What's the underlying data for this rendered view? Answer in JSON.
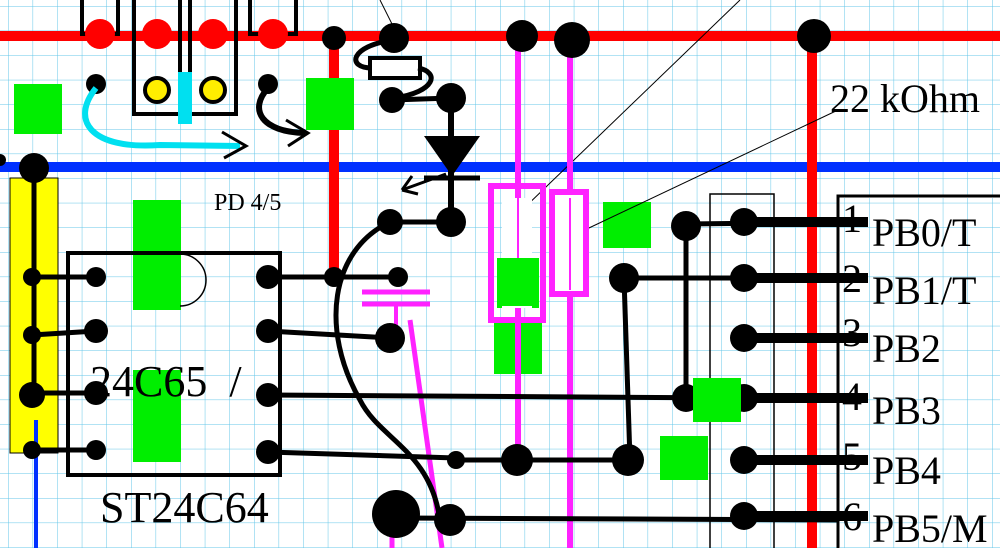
{
  "colors": {
    "grid": "#63c6e8",
    "power_rail": "#ff0000",
    "ground_rail": "#0030ff",
    "magenta": "#ff22ff",
    "pad_green": "#00ee00",
    "yellow": "#ffff00",
    "cyan": "#00e0f0",
    "wire": "#000000"
  },
  "labels": {
    "pd_label": "PD 4/5",
    "resistor_value": "22 kOhm",
    "eeprom_label": "24C65  /",
    "eeprom_alt_label": "ST24C64"
  },
  "port_pins": [
    {
      "number": "1",
      "name": "PB0/T"
    },
    {
      "number": "2",
      "name": "PB1/T"
    },
    {
      "number": "3",
      "name": "PB2"
    },
    {
      "number": "4",
      "name": "PB3"
    },
    {
      "number": "5",
      "name": "PB4"
    },
    {
      "number": "6",
      "name": "PB5/M"
    }
  ]
}
